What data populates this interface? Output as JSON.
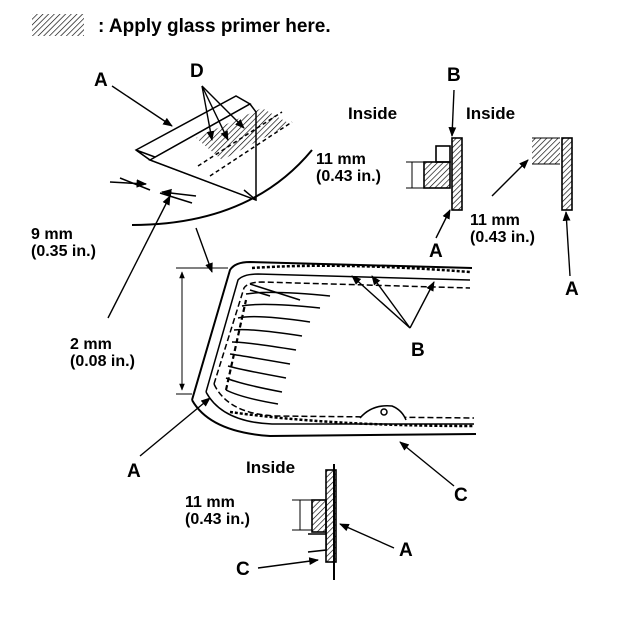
{
  "legend": {
    "text": ": Apply glass primer here."
  },
  "labels": {
    "a": "A",
    "b": "B",
    "c": "C",
    "d": "D",
    "inside": "Inside"
  },
  "dimensions": {
    "d9": {
      "mm": "9 mm",
      "in": "(0.35 in.)"
    },
    "d2": {
      "mm": "2 mm",
      "in": "(0.08 in.)"
    },
    "d11": {
      "mm": "11 mm",
      "in": "(0.43 in.)"
    }
  },
  "colors": {
    "ink": "#000000",
    "background": "#ffffff"
  }
}
